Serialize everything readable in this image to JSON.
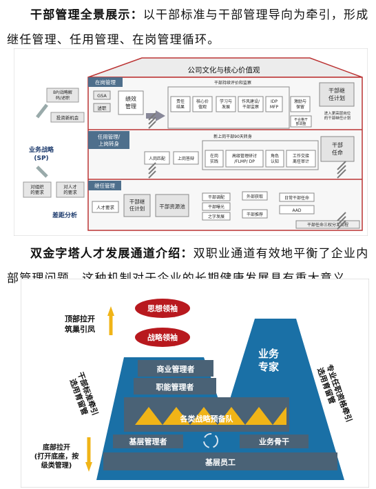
{
  "intro1": {
    "bold": "干部管理全景展示：",
    "text": "以干部标准与干部管理导向为牵引，形成继任管理、任用管理、在岗管理循环。"
  },
  "fig1": {
    "roof_title": "公司文化与核心价值观",
    "left": {
      "bp": "BP/战略解码/述职",
      "invest": "投资新机会",
      "strategy": "业务战略\n(SP)",
      "org_req": "对组织\n的要求",
      "talent_req": "对人才\n的要求",
      "gap": "差距分析"
    },
    "floor1": {
      "label": "在岗管理",
      "gsa": "GSA",
      "report": "述职",
      "perf": "绩效\n管理",
      "top_label": "干部持续评价和监察",
      "items": [
        "责任\n结果",
        "核心价\n值观",
        "学习与\n发展",
        "作风建设/\n干部监察",
        "IDP\nMFP",
        "激励与\n保留"
      ],
      "retire": "不合格干\n部调整",
      "succession": "干部继\n任计划",
      "note": "进入更高层岗位\n的干部继任计划"
    },
    "floor2": {
      "label": "任用管理/\n上岗转身",
      "top_label": "新上岗干部90天转身",
      "items": [
        "人岗匹配",
        "上岗答辩",
        "在岗\n实践",
        "高级管理研讨\n/FLMP/ DP",
        "角色\n认知",
        "工作交接\n离任审计"
      ],
      "appoint": "干部\n任命"
    },
    "floor3": {
      "label": "继任管理",
      "talent": "人才要求",
      "plan": "干部继\n任计划",
      "pool": "干部资源池",
      "col1": [
        "干部调配",
        "干部曝光",
        "之字发展"
      ],
      "col2": [
        "外部获取",
        "干部推荐"
      ],
      "col3": [
        "日常干部任命",
        "AAD"
      ],
      "bottom": "干部任命三权分立流程"
    }
  },
  "intro2": {
    "bold": "双金字塔人才发展通道介绍：",
    "text": "双职业通道有效地平衡了企业内部管理问题，这种机制对于企业的长期健康发展具有重大意义。"
  },
  "fig2": {
    "top_left": "顶部拉开\n筑巢引凤",
    "left_mid": "干部标准牵引\n选用育留管",
    "bottom_left": "底部拉开\n(打开底座，按\n级类管理)",
    "thought_leader": "思想领袖",
    "strategy_leader": "战略领袖",
    "business_mgr": "商业管理者",
    "function_mgr": "职能管理者",
    "expert": "业务\n专家",
    "reserve": "各类战略预备队",
    "base_mgr": "基层管理者",
    "backbone": "业务骨干",
    "staff": "基层员工",
    "right": "专业任职资格牵引\n选用育留管",
    "colors": {
      "blue": "#1a70a6",
      "dark": "#4a6276",
      "red": "#b8191e",
      "gold": "#f0b417"
    }
  }
}
